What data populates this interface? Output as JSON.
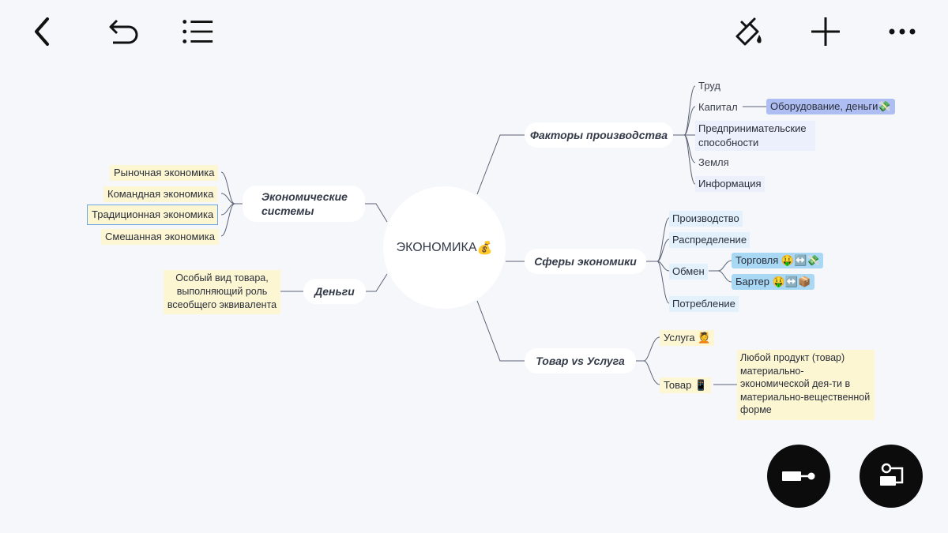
{
  "colors": {
    "background": "#f5f7fb",
    "line": "#5b6274",
    "yellow": "#fdf6d3",
    "lavender": "#eceffc",
    "blue": "#e3f1fc",
    "sky": "#a8d8f4",
    "periwinkle": "#aebdf2"
  },
  "toolbar": {
    "left": [
      "back-icon",
      "undo-icon",
      "outline-list-icon"
    ],
    "right": [
      "paint-bucket-icon",
      "add-icon",
      "more-icon"
    ]
  },
  "root": {
    "label": "ЭКОНОМИКА",
    "emoji": "💰"
  },
  "topics": {
    "factors": "Факторы производства",
    "spheres": "Сферы экономики",
    "goods": "Товар vs  Услуга",
    "systems": "Экономические системы",
    "money": "Деньги"
  },
  "factors": {
    "labor": "Труд",
    "capital": "Капитал",
    "capital_note": "Оборудование, деньги💸",
    "entrepreneurship": "Предпринимательские способности",
    "land": "Земля",
    "information": "Информация"
  },
  "spheres": {
    "production": "Производство",
    "distribution": "Распределение",
    "exchange": "Обмен",
    "trade": "Торговля  🤑↔️💸",
    "barter": "Бартер   🤑↔️📦",
    "consumption": "Потребление"
  },
  "goods": {
    "service": "Услуга  💆",
    "product": "Товар   📱",
    "product_note": "Любой продукт  (товар) материально-экономической дея-ти в материально-вещественной форме"
  },
  "systems": {
    "market": "Рыночная экономика",
    "command": "Командная экономика",
    "traditional": "Традиционная экономика",
    "mixed": "Смешанная экономика"
  },
  "money": {
    "note": "Особый вид товара, выполняющий роль всеобщего эквивалента"
  },
  "fabs": [
    "connect-node-icon",
    "insert-subtopic-icon"
  ]
}
